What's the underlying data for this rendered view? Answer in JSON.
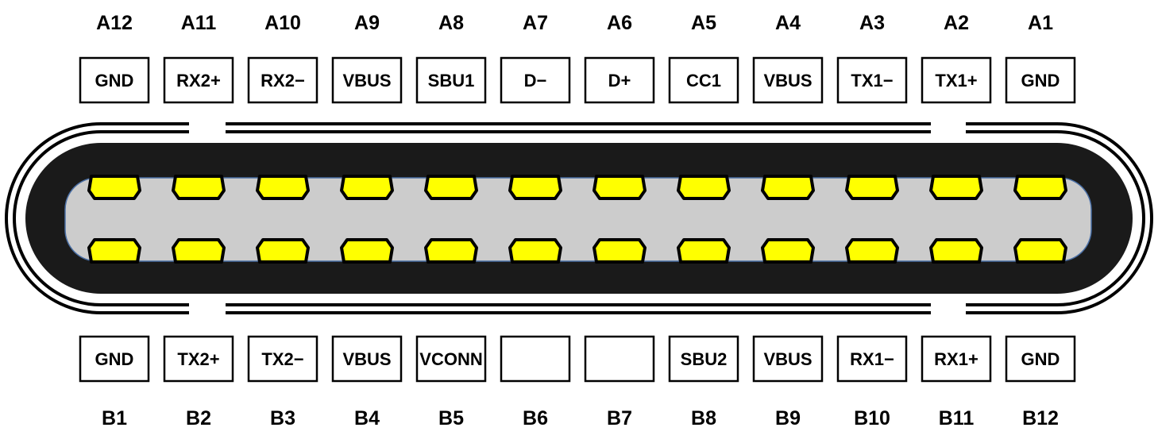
{
  "connector": {
    "top_row": [
      {
        "pin": "A12",
        "signal": "GND"
      },
      {
        "pin": "A11",
        "signal": "RX2+"
      },
      {
        "pin": "A10",
        "signal": "RX2−"
      },
      {
        "pin": "A9",
        "signal": "VBUS"
      },
      {
        "pin": "A8",
        "signal": "SBU1"
      },
      {
        "pin": "A7",
        "signal": "D−"
      },
      {
        "pin": "A6",
        "signal": "D+"
      },
      {
        "pin": "A5",
        "signal": "CC1"
      },
      {
        "pin": "A4",
        "signal": "VBUS"
      },
      {
        "pin": "A3",
        "signal": "TX1−"
      },
      {
        "pin": "A2",
        "signal": "TX1+"
      },
      {
        "pin": "A1",
        "signal": "GND"
      }
    ],
    "bottom_row": [
      {
        "pin": "B1",
        "signal": "GND"
      },
      {
        "pin": "B2",
        "signal": "TX2+"
      },
      {
        "pin": "B3",
        "signal": "TX2−"
      },
      {
        "pin": "B4",
        "signal": "VBUS"
      },
      {
        "pin": "B5",
        "signal": "VCONN"
      },
      {
        "pin": "B6",
        "signal": ""
      },
      {
        "pin": "B7",
        "signal": ""
      },
      {
        "pin": "B8",
        "signal": "SBU2"
      },
      {
        "pin": "B9",
        "signal": "VBUS"
      },
      {
        "pin": "B10",
        "signal": "RX1−"
      },
      {
        "pin": "B11",
        "signal": "RX1+"
      },
      {
        "pin": "B12",
        "signal": "GND"
      }
    ]
  },
  "colors": {
    "contact": "#ffff00",
    "tongue": "#cccccc",
    "shell": "#1a1a1a",
    "outline": "#000000",
    "background": "#ffffff"
  }
}
